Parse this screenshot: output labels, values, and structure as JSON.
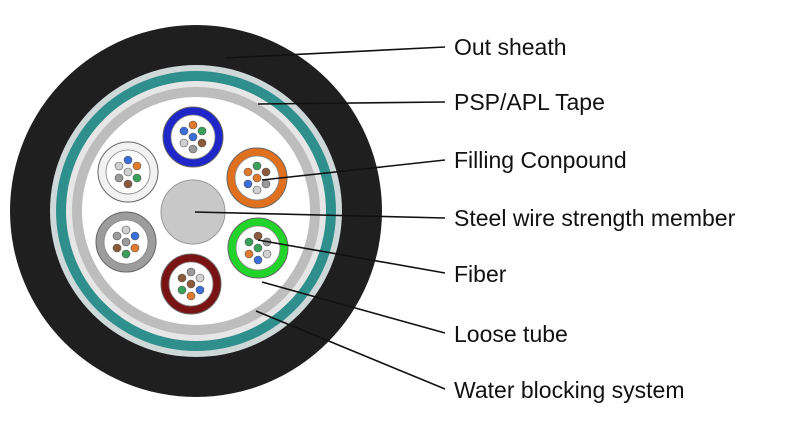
{
  "labels": {
    "out_sheath": "Out sheath",
    "psp_apl_tape": "PSP/APL Tape",
    "filling_compound": "Filling Conpound",
    "steel_wire": "Steel wire strength member",
    "fiber": "Fiber",
    "loose_tube": "Loose tube",
    "water_blocking": "Water blocking system"
  },
  "colors": {
    "sheath": "#1f1f1f",
    "tape": "#2f8f8c",
    "inner_ring": "#c7c7c7",
    "core_fill": "#ffffff",
    "strength_member": "#c8c8c8",
    "fiber_colors": [
      "#3a6fd8",
      "#e07a2c",
      "#3aa05a",
      "#8a5a3a",
      "#9a9a9a",
      "#d0d0d0"
    ]
  },
  "loose_tubes": [
    {
      "name": "blue-tube",
      "color": "#1f27c9"
    },
    {
      "name": "orange-tube",
      "color": "#e0701e"
    },
    {
      "name": "green-tube",
      "color": "#22d42a"
    },
    {
      "name": "red-tube",
      "color": "#7a1414"
    },
    {
      "name": "gray-tube",
      "color": "#9c9c9c"
    },
    {
      "name": "white-tube",
      "color": "#f2f2f2"
    }
  ]
}
